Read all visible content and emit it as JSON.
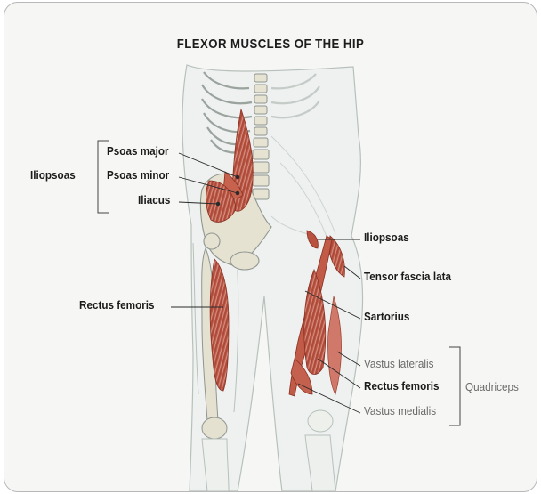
{
  "title": "FLEXOR MUSCLES OF THE HIP",
  "labels": {
    "psoas_major": "Psoas major",
    "psoas_minor": "Psoas minor",
    "iliacus": "Iliacus",
    "iliopsoas_group": "Iliopsoas",
    "iliopsoas": "Iliopsoas",
    "tensor_fascia_lata": "Tensor fascia lata",
    "sartorius": "Sartorius",
    "rectus_femoris_left": "Rectus femoris",
    "vastus_lateralis": "Vastus lateralis",
    "rectus_femoris_right": "Rectus femoris",
    "vastus_medialis": "Vastus medialis",
    "quadriceps_group": "Quadriceps"
  },
  "colors": {
    "muscle": "#b34a3a",
    "muscle_light": "#d98a78",
    "bone": "#e9e5d5",
    "outline": "#a9b3ae",
    "leader_line": "#2a2a2a",
    "group_bracket": "#444444"
  }
}
